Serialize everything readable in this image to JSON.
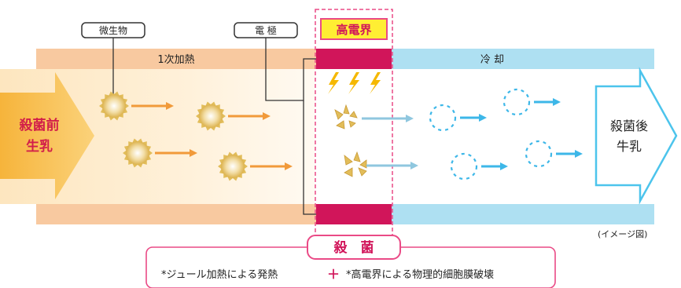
{
  "labels": {
    "microbe": "微生物",
    "electrode": "電 極",
    "high_field": "高電界",
    "primary_heating": "1次加熱",
    "cooling": "冷 却",
    "input_milk_line1": "殺菌前",
    "input_milk_line2": "生乳",
    "output_milk_line1": "殺菌後",
    "output_milk_line2": "牛乳",
    "sterilization": "殺　菌",
    "image_note": "(イメージ図)",
    "mechanism_joule": "*ジュール加熱による発熱",
    "mechanism_plus": "＋",
    "mechanism_field": "*高電界による物理的細胞膜破壊"
  },
  "colors": {
    "heating_band": "#f8c9a0",
    "cooling_band": "#aee0f2",
    "electrode": "#d1155a",
    "high_field_box": "#ea4a86",
    "high_field_fill": "#ffee33",
    "input_arrow": "#f7b93f",
    "input_text": "#d21f4a",
    "output_arrow": "#4cc4ec",
    "microbe": "#e2bd5a",
    "orange_arrow": "#f19a3a",
    "blue_arrow": "#3db7e8",
    "lightning": "#f5b800",
    "label_border": "#333333"
  }
}
